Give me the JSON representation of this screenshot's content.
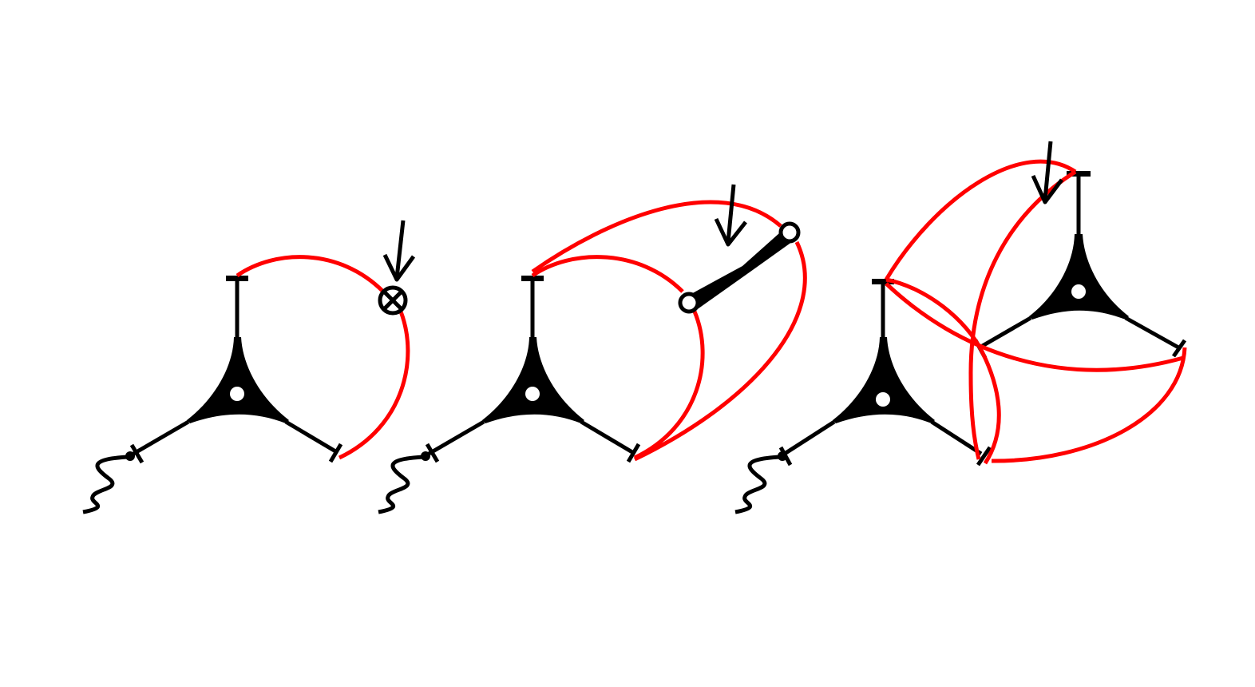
{
  "colors": {
    "background": "#ffffff",
    "line": "#000000",
    "highlight": "#ff0000"
  },
  "diagrams": [
    {
      "name": "diagram-1",
      "vertex_marker": "crossed-circle",
      "has_wavy_leg": true
    },
    {
      "name": "diagram-2",
      "vertex_marker": "open-circle-pair",
      "has_wavy_leg": true
    },
    {
      "name": "diagram-3",
      "vertex_marker": "second-vertex",
      "has_wavy_leg": true
    }
  ]
}
